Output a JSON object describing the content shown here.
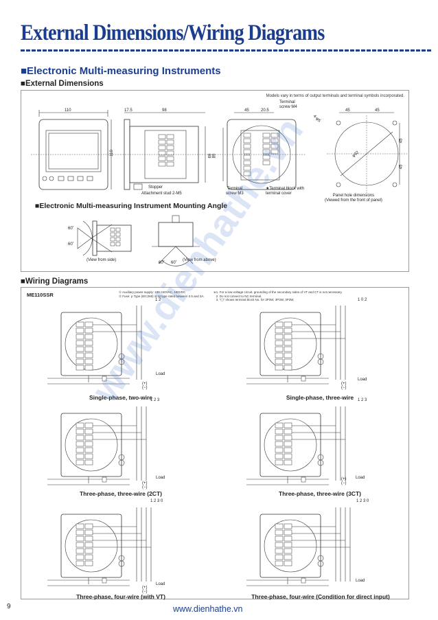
{
  "header": {
    "title": "External Dimensions/Wiring Diagrams",
    "subtitle": "■Electronic Multi-measuring Instruments"
  },
  "sections": {
    "external": "■External Dimensions",
    "mounting": "■Electronic Multi-measuring Instrument Mounting Angle",
    "wiring": "■Wiring Diagrams"
  },
  "external_panel": {
    "note": "Models vary in terms of output terminals and terminal symbols incorporated.",
    "dims": {
      "d110a": "110",
      "d17_5": "17.5",
      "d98": "98",
      "d110b": "110",
      "d69": "69",
      "d45a": "45",
      "d20_5": "20.5",
      "d89": "89",
      "d45b": "45",
      "d45c": "45",
      "d45d": "45",
      "d45e": "45",
      "dphi": "φ92",
      "dphi2": "4-φ5"
    },
    "labels": {
      "stopper": "Stopper",
      "stud": "Attachment stud 2-M5",
      "terminal_m4": "Terminal\nscrew M4",
      "terminal_m3": "Terminal\nscrew M3",
      "terminal_block": "★Terminal block with\nterminal cover",
      "panel_hole": "Panel hole dimensions\n(Viewed from the front of panel)"
    }
  },
  "mounting_panel": {
    "angle_top": "60˚",
    "angle_bottom": "60˚",
    "angle_left": "60˚",
    "angle_right": "60˚",
    "view_side": "(View from side)",
    "view_above": "(View from above)"
  },
  "wiring_panel": {
    "model": "ME110SSR",
    "note_left": "① Auxiliary power supply: 100-240VAC, 100VDC\n② Fuse: ρ Type (IEC269) or M type rated between 0.5 and 3A.",
    "note_right": "※1. For a low-voltage circuit, grounding of the secondary sides of VT and CT is not necessary.\n   2. Do not connect to NC terminal.\n   3. \"( )\" shows terminal block No. for 3P3W, 3P3W, 3P3W.",
    "diagrams": [
      {
        "caption": "Single-phase, two-wire",
        "phase_nums": "1  2"
      },
      {
        "caption": "Single-phase, three-wire",
        "phase_nums": "1  0  2"
      },
      {
        "caption": "Three-phase, three-wire (2CT)",
        "phase_nums": "1  2  3"
      },
      {
        "caption": "Three-phase, three-wire (3CT)",
        "phase_nums": "1  2  3"
      },
      {
        "caption": "Three-phase, four-wire (with VT)",
        "phase_nums": "1  2  3  0"
      },
      {
        "caption": "Three-phase, four-wire (Condition for direct input)",
        "phase_nums": "1  2  3  0"
      }
    ],
    "load": "Load",
    "aux_plus": "(+)",
    "aux_minus": "(−)",
    "aux_num": "①",
    "fuse_num": "②"
  },
  "footer": {
    "page": "9",
    "url": "www.dienhathe.vn",
    "watermark": "www.dienhathe.vn"
  }
}
